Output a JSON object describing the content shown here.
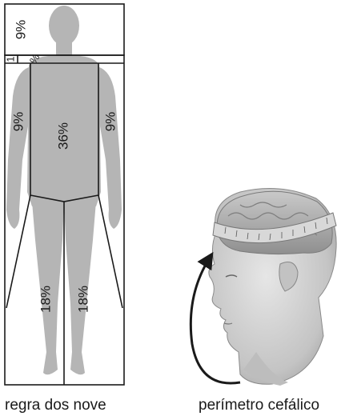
{
  "diagram": {
    "body_regions": {
      "head": "9%",
      "neck": "1",
      "neck_small": "%",
      "left_arm": "9%",
      "trunk": "36%",
      "right_arm": "9%",
      "left_leg": "18%",
      "right_leg": "18%"
    },
    "captions": {
      "left": "regra dos nove",
      "right": "perímetro cefálico"
    },
    "colors": {
      "silhouette": "#b5b5b5",
      "lines": "#1a1a1a",
      "head_skin": "#cfcfcf",
      "brain": "#a9a9a9",
      "tape": "#d8d8d8"
    }
  }
}
